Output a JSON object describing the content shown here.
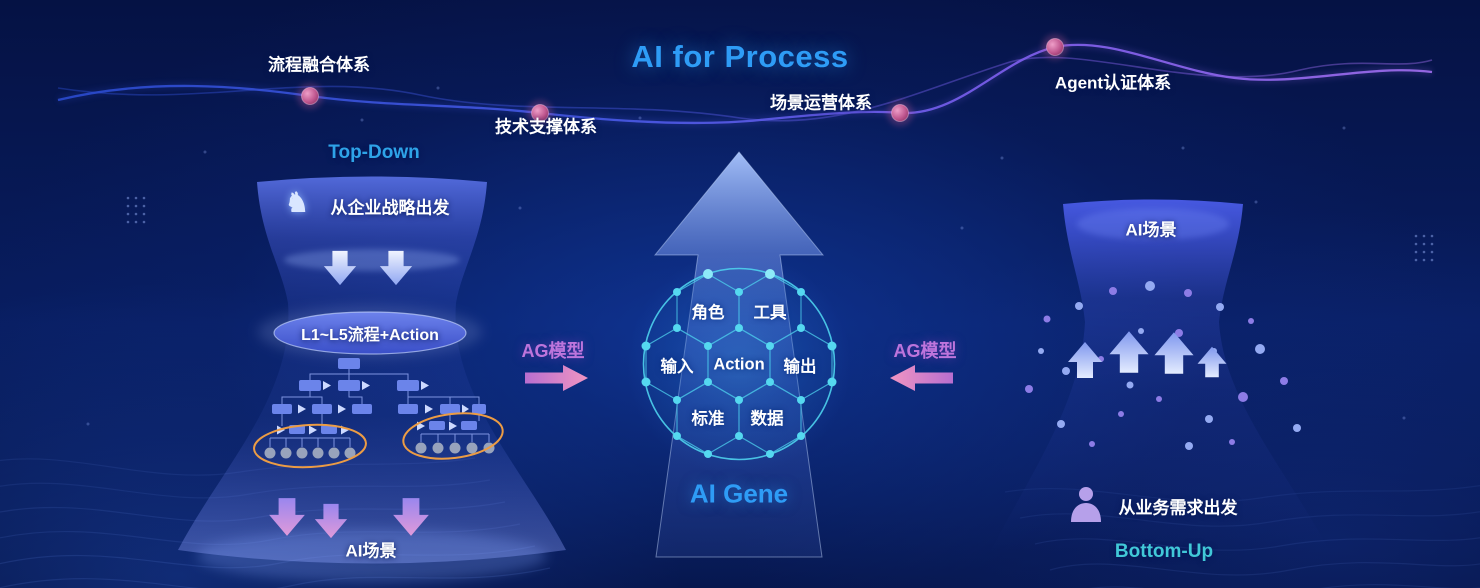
{
  "title": "AI for Process",
  "icons": {
    "knight": "♞"
  },
  "curve": {
    "process_fusion": "流程融合体系",
    "tech_support": "技术支撑体系",
    "scenario_operation": "场景运营体系",
    "agent_certification": "Agent认证体系"
  },
  "left_tower": {
    "heading": "Top-Down",
    "strategy": "从企业战略出发",
    "pill": "L1~L5流程+Action",
    "bottom_label": "AI场景"
  },
  "center": {
    "ag_left": "AG模型",
    "ag_right": "AG模型",
    "gene_title": "AI Gene",
    "hex": {
      "role": "角色",
      "tool": "工具",
      "input": "输入",
      "action": "Action",
      "output": "输出",
      "standard": "标准",
      "data": "数据"
    }
  },
  "right_tower": {
    "top_label": "AI场景",
    "demand": "从业务需求出发",
    "heading": "Bottom-Up"
  },
  "colors": {
    "title_blue": "#2e9cf6",
    "top_down_blue": "#2ea3e8",
    "bottom_up_cyan": "#41c8d8",
    "ag_purple": "#bd75dc",
    "curve_node_pink": "#c2558f",
    "highlight_orange": "#ec9c44",
    "sphere_cyan": "#4ed2ee"
  }
}
